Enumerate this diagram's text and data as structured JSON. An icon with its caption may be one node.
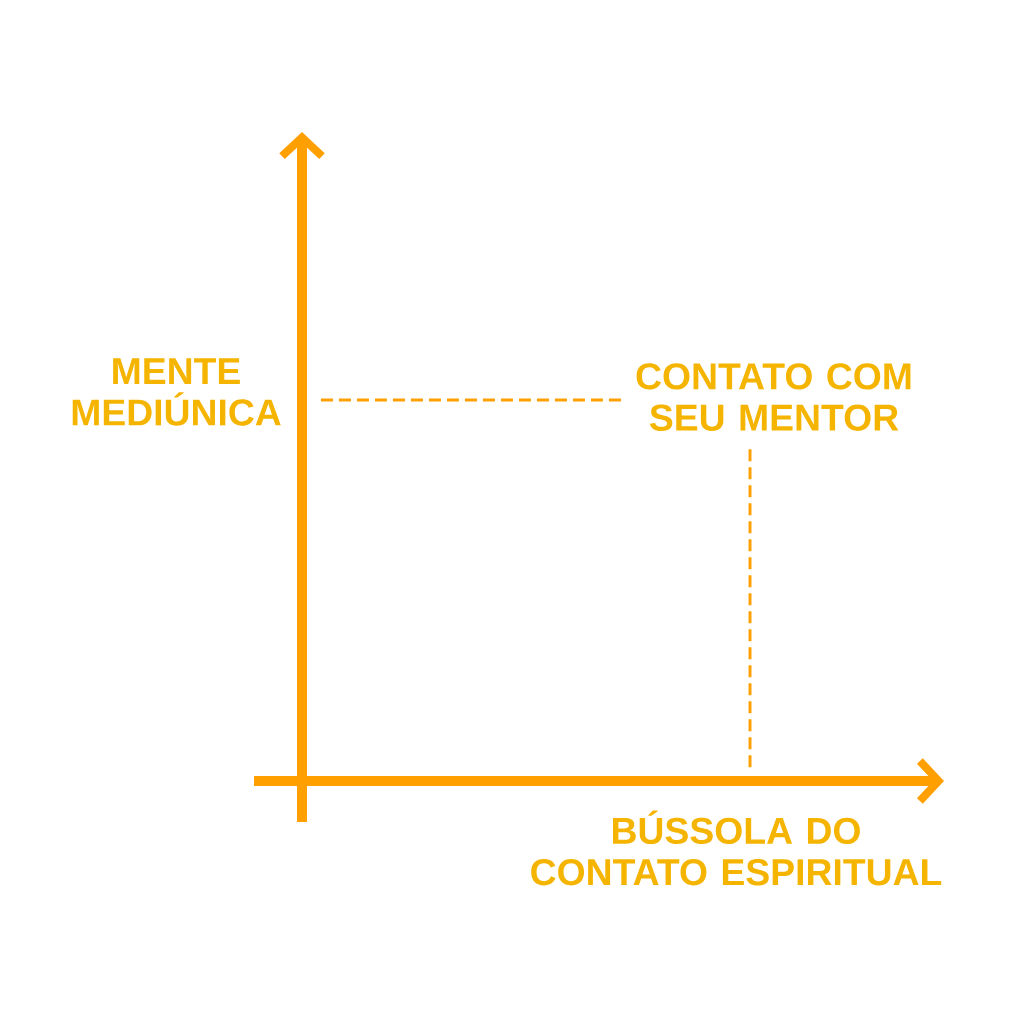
{
  "diagram": {
    "nodes": [
      {
        "text": [
          "MENTE MEDIÚNICA"
        ]
      },
      {
        "text": [
          "CONTATO COM SEU MENTOR"
        ]
      },
      {
        "text": [
          "BÚSSOLA DO CONTATO ESPIRITUAL"
        ]
      }
    ],
    "edges": [
      {
        "from": 0,
        "to": 1,
        "arrow": "none",
        "style": "dashed",
        "color": "#ffa000"
      }
    ]
  }
}
